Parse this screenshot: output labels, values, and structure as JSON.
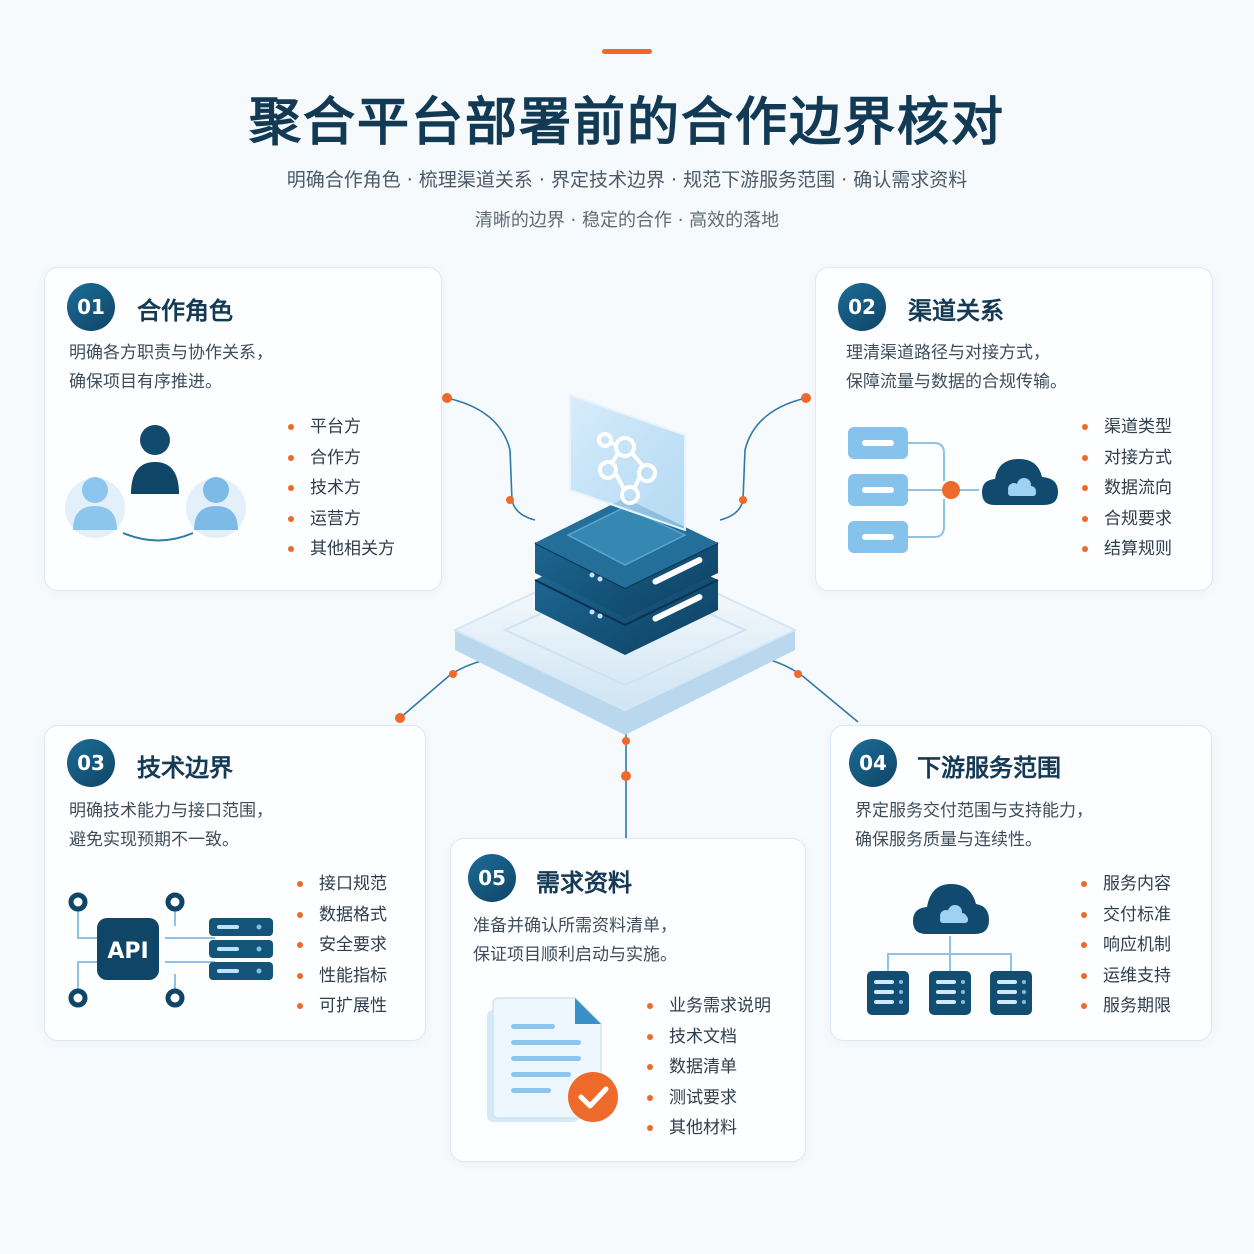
{
  "header": {
    "title": "聚合平台部署前的合作边界核对",
    "subtitle": "明确合作角色 · 梳理渠道关系 · 界定技术边界 · 规范下游服务范围 · 确认需求资料",
    "tagline": "清晰的边界 · 稳定的合作 · 高效的落地"
  },
  "colors": {
    "accent": "#ee6a2a",
    "primary": "#0f4566",
    "light": "#7fc0ea"
  },
  "cards": [
    {
      "num": "01",
      "title": "合作角色",
      "desc": [
        "明确各方职责与协作关系，",
        "确保项目有序推进。"
      ],
      "items": [
        "平台方",
        "合作方",
        "技术方",
        "运营方",
        "其他相关方"
      ],
      "icon": "people-group-icon"
    },
    {
      "num": "02",
      "title": "渠道关系",
      "desc": [
        "理清渠道路径与对接方式，",
        "保障流量与数据的合规传输。"
      ],
      "items": [
        "渠道类型",
        "对接方式",
        "数据流向",
        "合规要求",
        "结算规则"
      ],
      "icon": "channel-cloud-icon"
    },
    {
      "num": "03",
      "title": "技术边界",
      "desc": [
        "明确技术能力与接口范围，",
        "避免实现预期不一致。"
      ],
      "items": [
        "接口规范",
        "数据格式",
        "安全要求",
        "性能指标",
        "可扩展性"
      ],
      "icon": "api-server-icon",
      "api_label": "API"
    },
    {
      "num": "04",
      "title": "下游服务范围",
      "desc": [
        "界定服务交付范围与支持能力，",
        "确保服务质量与连续性。"
      ],
      "items": [
        "服务内容",
        "交付标准",
        "响应机制",
        "运维支持",
        "服务期限"
      ],
      "icon": "cloud-servers-icon"
    },
    {
      "num": "05",
      "title": "需求资料",
      "desc": [
        "准备并确认所需资料清单，",
        "保证项目顺利启动与实施。"
      ],
      "items": [
        "业务需求说明",
        "技术文档",
        "数据清单",
        "测试要求",
        "其他材料"
      ],
      "icon": "document-check-icon"
    }
  ],
  "center": {
    "icon": "server-hub-icon"
  }
}
